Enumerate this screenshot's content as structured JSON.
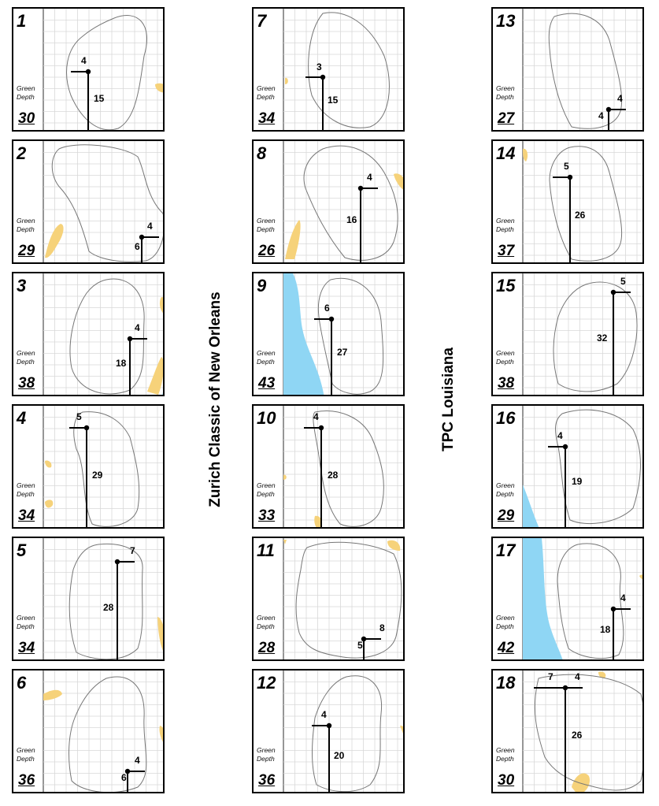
{
  "event_title": "Zurich Classic of New Orleans",
  "course_title": "TPC Louisiana",
  "green_depth_label_1": "Green",
  "green_depth_label_2": "Depth",
  "colors": {
    "sand": "#f6d27a",
    "water": "#8fd6f4",
    "grid": "#d9d9d9",
    "outline": "#777777",
    "line": "#000000"
  },
  "holes": [
    {
      "hole": "1",
      "depth": "30",
      "from_edge": "4",
      "from_front": "15"
    },
    {
      "hole": "2",
      "depth": "29",
      "from_edge": "4",
      "from_front": "6"
    },
    {
      "hole": "3",
      "depth": "38",
      "from_edge": "4",
      "from_front": "18"
    },
    {
      "hole": "4",
      "depth": "34",
      "from_edge": "5",
      "from_front": "29"
    },
    {
      "hole": "5",
      "depth": "34",
      "from_edge": "7",
      "from_front": "28"
    },
    {
      "hole": "6",
      "depth": "36",
      "from_edge": "4",
      "from_front": "6"
    },
    {
      "hole": "7",
      "depth": "34",
      "from_edge": "3",
      "from_front": "15"
    },
    {
      "hole": "8",
      "depth": "26",
      "from_edge": "4",
      "from_front": "16"
    },
    {
      "hole": "9",
      "depth": "43",
      "from_edge": "6",
      "from_front": "27"
    },
    {
      "hole": "10",
      "depth": "33",
      "from_edge": "4",
      "from_front": "28"
    },
    {
      "hole": "11",
      "depth": "28",
      "from_edge": "8",
      "from_front": "5"
    },
    {
      "hole": "12",
      "depth": "36",
      "from_edge": "4",
      "from_front": "20"
    },
    {
      "hole": "13",
      "depth": "27",
      "from_edge": "4",
      "from_front": "4"
    },
    {
      "hole": "14",
      "depth": "37",
      "from_edge": "5",
      "from_front": "26"
    },
    {
      "hole": "15",
      "depth": "38",
      "from_edge": "5",
      "from_front": "32"
    },
    {
      "hole": "16",
      "depth": "29",
      "from_edge": "4",
      "from_front": "19"
    },
    {
      "hole": "17",
      "depth": "42",
      "from_edge": "4",
      "from_front": "18"
    },
    {
      "hole": "18",
      "depth": "30",
      "from_edge": "7",
      "from_edge_2": "4",
      "from_front": "26"
    }
  ]
}
